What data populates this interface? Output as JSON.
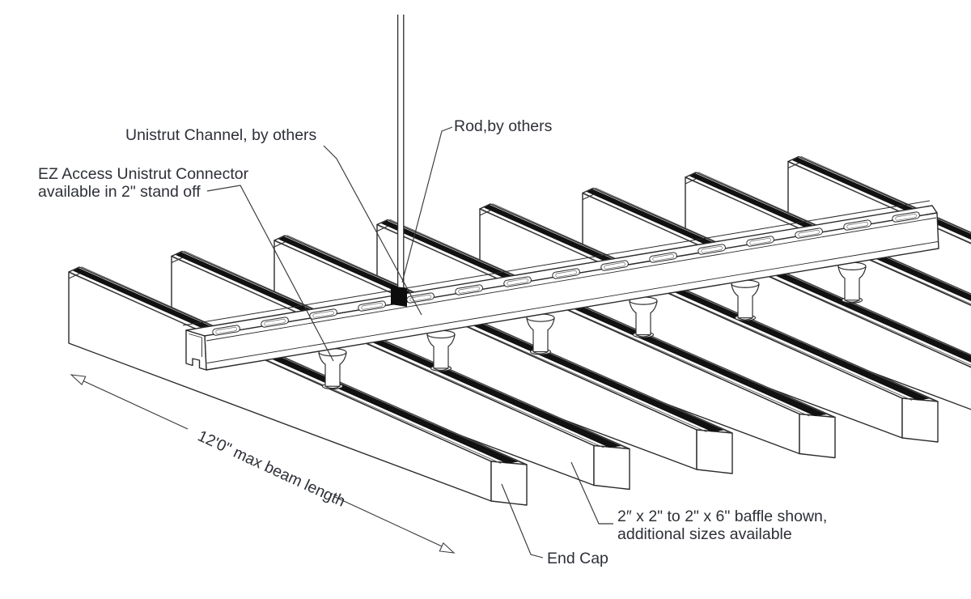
{
  "diagram": {
    "labels": {
      "unistrut_channel": "Unistrut Channel, by others",
      "rod": "Rod,by others",
      "ez_connector_line1": "EZ Access Unistrut Connector",
      "ez_connector_line2": "available in 2\" stand off",
      "beam_length_dimension": "12'0\" max beam length",
      "baffle_size_line1": "2″ x 2\" to 2\" x 6\" baffle shown,",
      "baffle_size_line2": "additional sizes available",
      "end_cap": "End Cap"
    },
    "colors": {
      "line": "#2b2b2b",
      "slot": "#111111",
      "text": "#2d3037",
      "fill": "#ffffff",
      "leader": "#35383d"
    },
    "structure": {
      "baffle_count": 8,
      "connector_count": 6,
      "channel_slot_count": 15
    }
  }
}
